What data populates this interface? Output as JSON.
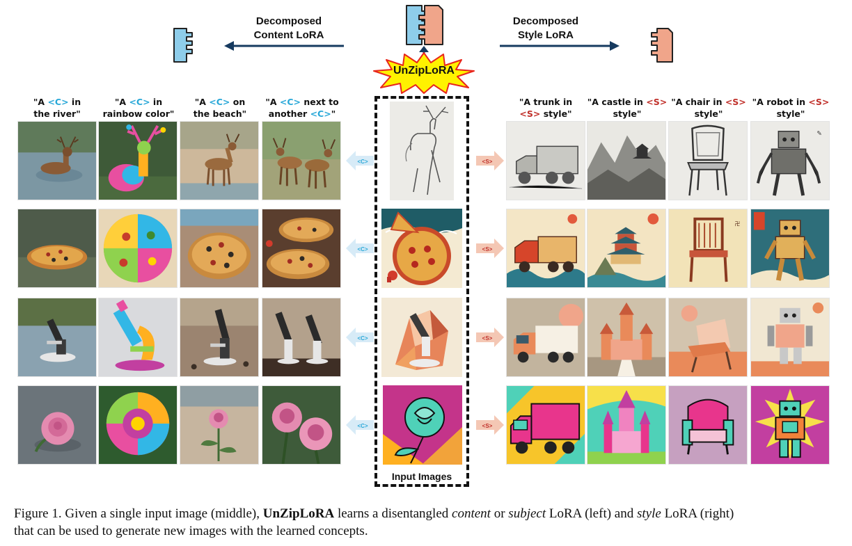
{
  "header": {
    "content_label_line1": "Decomposed",
    "content_label_line2": "Content LoRA",
    "style_label_line1": "Decomposed",
    "style_label_line2": "Style LoRA",
    "burst_label": "UnZipLoRA"
  },
  "content_prompts": [
    {
      "pre": "\"A ",
      "tok": "<C>",
      "mid": " in",
      "line2": "the river\"",
      "tok2": ""
    },
    {
      "pre": "\"A ",
      "tok": "<C>",
      "mid": " in",
      "line2": "rainbow color\"",
      "tok2": ""
    },
    {
      "pre": "\"A ",
      "tok": "<C>",
      "mid": " on",
      "line2": "the beach\"",
      "tok2": ""
    },
    {
      "pre": "\"A ",
      "tok": "<C>",
      "mid": " next to",
      "line2": "another ",
      "tok2": "<C>",
      "end": "\""
    }
  ],
  "style_prompts": [
    {
      "line1": "\"A trunk in",
      "pre2": "",
      "tok": "<S>",
      "post2": " style\""
    },
    {
      "line1": "\"A castle in ",
      "tok1": "<S>",
      "line2": "style\""
    },
    {
      "line1": "\"A chair in ",
      "tok1": "<S>",
      "line2": "style\""
    },
    {
      "line1": "\"A robot in ",
      "tok1": "<S>",
      "line2": "style\""
    }
  ],
  "content_token": "<C>",
  "style_token": "<S>",
  "input_images_label": "Input Images",
  "caption": {
    "prefix": "Figure 1. Given a single input image (middle), ",
    "method": "UnZipLoRA",
    "part1": " learns a disentangled ",
    "content": "content",
    "or": " or ",
    "subject": "subject",
    "part2": " LoRA (left) and ",
    "style": "style",
    "part3": " LoRA (right)",
    "line2": "that can be used to generate new images with the learned concepts."
  },
  "colors": {
    "content_blue": "#8ecdea",
    "style_orange": "#f0a58a",
    "burst_yellow": "#fff200",
    "burst_red": "#e8261c",
    "arrow_navy": "#163a5f"
  }
}
